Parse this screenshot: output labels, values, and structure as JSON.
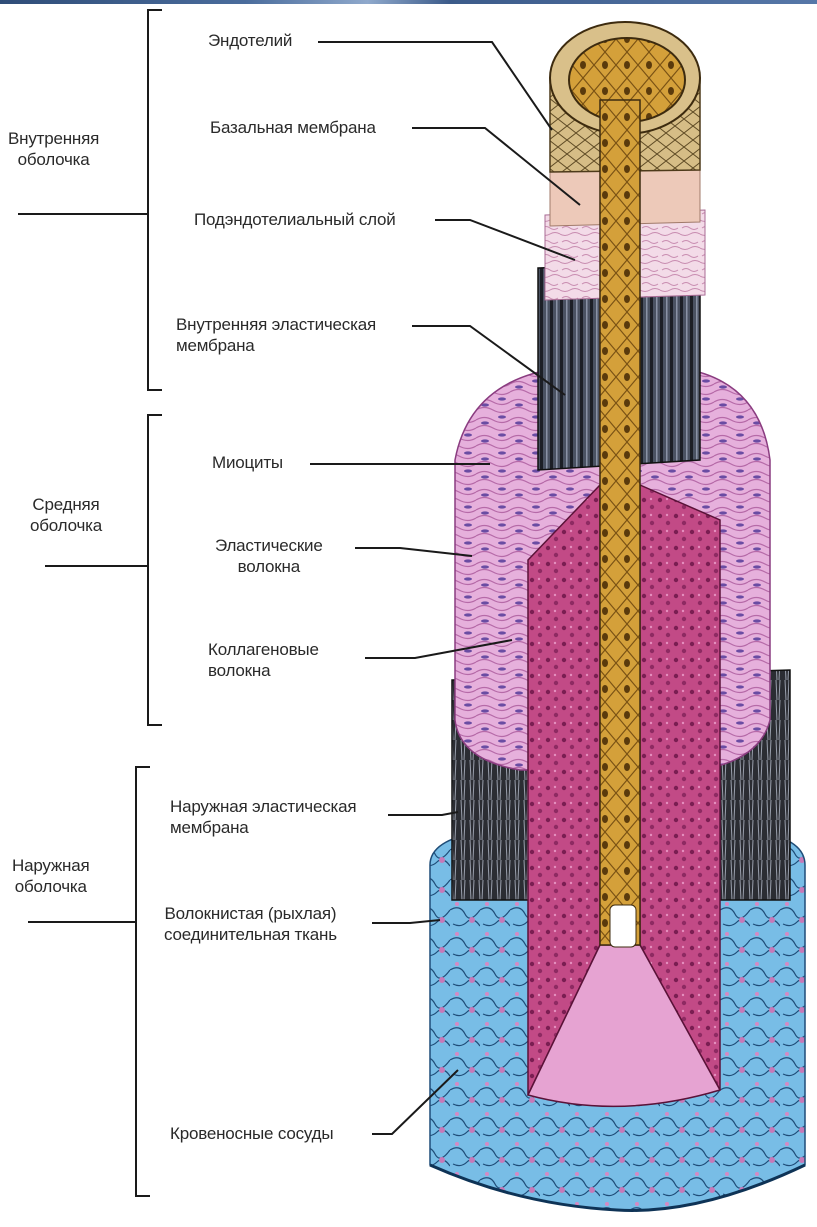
{
  "groups": [
    {
      "label": "Внутренняя\nоболочка"
    },
    {
      "label": "Средняя\nоболочка"
    },
    {
      "label": "Наружная\nоболочка"
    }
  ],
  "labels": {
    "endothelium": "Эндотелий",
    "basal_membrane": "Базальная мембрана",
    "subendothelial_layer": "Подэндотелиальный слой",
    "internal_elastic_membrane": "Внутренняя эластическая\nмембрана",
    "myocytes": "Миоциты",
    "elastic_fibers": "Эластические\nволокна",
    "collagen_fibers": "Коллагеновые\nволокна",
    "external_elastic_membrane": "Наружная эластическая\nмембрана",
    "loose_connective_tissue": "Волокнистая (рыхлая)\nсоединительная ткань",
    "blood_vessels": "Кровеносные сосуды"
  },
  "colors": {
    "lumen": "#d9a63a",
    "endothelium": "#c9a45e",
    "basal": "#e8c8b8",
    "subendothelial": "#f2d8e8",
    "elastic_membrane": "#3a3f4a",
    "media": "#e3a6d6",
    "media_cut": "#c2457e",
    "adventitia": "#6fb7e0",
    "line": "#1a1a1a"
  }
}
